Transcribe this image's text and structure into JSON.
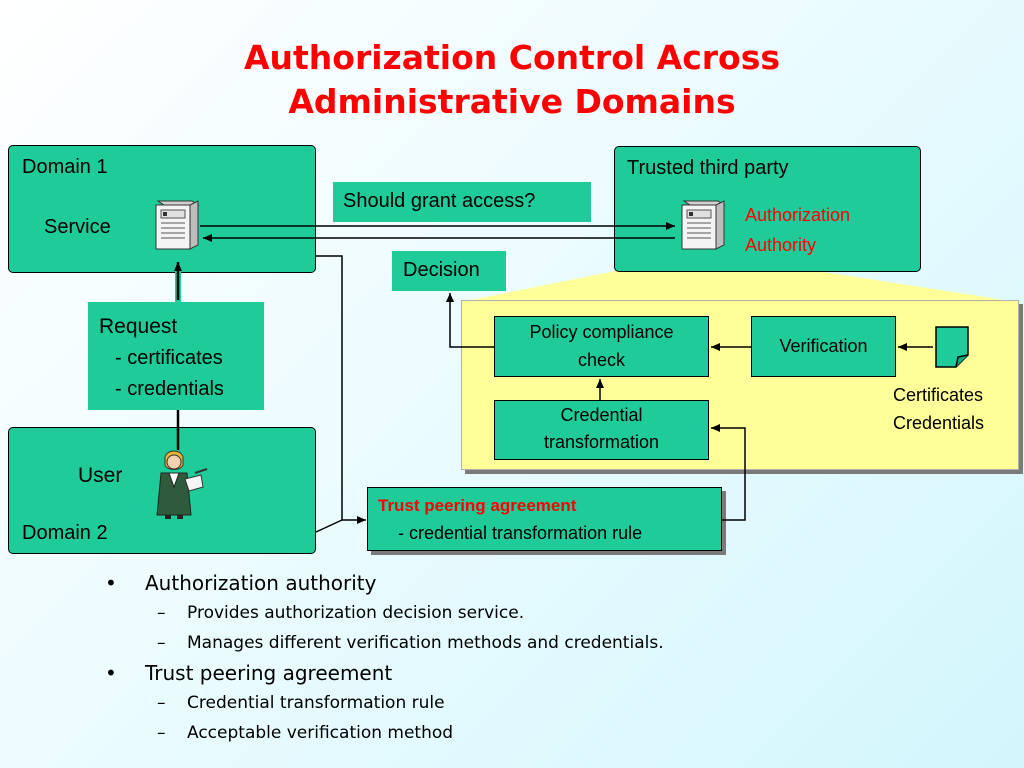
{
  "title": {
    "line1": "Authorization Control Across",
    "line2": "Administrative Domains"
  },
  "domain1": {
    "label": "Domain 1",
    "service_label": "Service"
  },
  "ttp": {
    "label": "Trusted third party",
    "authority_line1": "Authorization",
    "authority_line2": "Authority"
  },
  "question": "Should grant access?",
  "decision": "Decision",
  "request": {
    "line1": "Request",
    "line2": "- certificates",
    "line3": "- credentials"
  },
  "domain2": {
    "user_label": "User",
    "label": "Domain 2"
  },
  "policy_check": {
    "line1": "Policy compliance",
    "line2": "check"
  },
  "verification": "Verification",
  "credential_transformation": {
    "line1": "Credential",
    "line2": "transformation"
  },
  "certs": {
    "line1": "Certificates",
    "line2": "Credentials"
  },
  "trust_peering": {
    "title": "Trust peering agreement",
    "rule": "- credential transformation rule"
  },
  "bullets": [
    {
      "text": "Authorization authority",
      "subs": [
        "Provides authorization decision service.",
        "Manages different verification methods and credentials."
      ]
    },
    {
      "text": "Trust peering agreement",
      "subs": [
        "Credential transformation rule",
        "Acceptable verification method"
      ]
    }
  ],
  "colors": {
    "box_fill": "#1fcc99",
    "title": "#ff0000",
    "panel": "#ffff99"
  },
  "icons": {
    "server": "server-icon",
    "user": "user-figure-icon",
    "document": "document-icon"
  }
}
